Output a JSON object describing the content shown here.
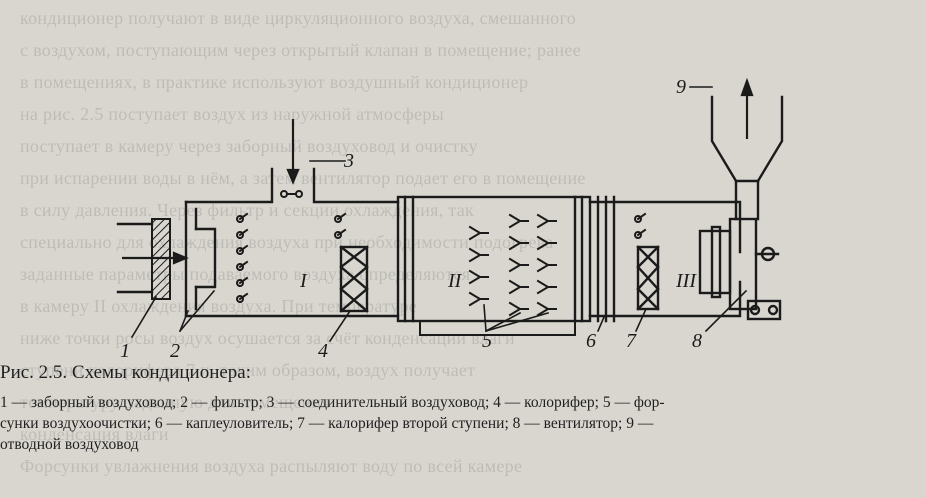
{
  "background_text": [
    "кондиционер получают в виде циркуляционного воздуха, смешанного",
    "с воздухом, поступающим через открытый клапан в помещение; ранее",
    "в помещениях, в практике используют воздушный кондиционер",
    "на рис. 2.5 поступает воздух из наружной атмосферы",
    "поступает в камеру через заборный воздуховод и очистку",
    "при испарении воды в нём, а затем вентилятор подает его в помещение",
    "в силу давления. Через фильтр и секции охлаждения, так",
    "специально для охлаждения воздуха при необходимости подогрева",
    "заданные параметры подаваемого воздуха определяются",
    "в камеру II охлаждения воздуха. При температуре",
    "ниже точки росы воздух осушается за счёт конденсации влаги",
    "ступени калорифера 7 и, таким образом, воздух получает",
    "температуру, заданную для помещения",
    "конденсация влаги",
    "Форсунки увлажнения воздуха распыляют воду по всей камере"
  ],
  "figure": {
    "roman_labels": [
      "I",
      "II",
      "III"
    ],
    "number_labels": [
      "1",
      "2",
      "3",
      "4",
      "5",
      "6",
      "7",
      "8",
      "9"
    ]
  },
  "caption": {
    "title": "Рис. 2.5. Схемы кондиционера:",
    "lines": [
      "1 — заборный воздуховод; 2 — фильтр; 3 — соединительный воздуховод; 4 — колорифер; 5 — фор-",
      "сунки воздухоочистки; 6 — каплеуловитель; 7 — калорифер второй ступени; 8 — вентилятор; 9 —",
      "отводной воздуховод"
    ]
  },
  "colors": {
    "paper": "#d9d6cf",
    "ink": "#1b1b1b"
  }
}
